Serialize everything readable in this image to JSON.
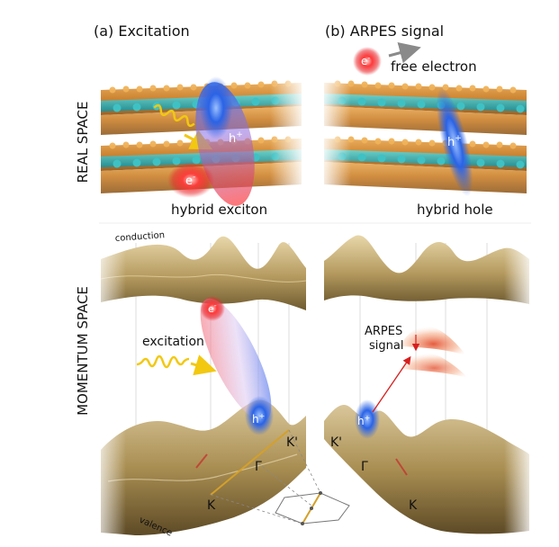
{
  "panels": {
    "a_title": "(a) Excitation",
    "b_title": "(b) ARPES signal"
  },
  "row_labels": {
    "real_space": "REAL SPACE",
    "momentum_space": "MOMENTUM SPACE"
  },
  "real_space": {
    "exciton_label": "hybrid exciton",
    "hole_label": "hybrid hole",
    "free_electron_label": "free electron",
    "electron_symbol": "e",
    "electron_charge": "-",
    "hole_symbol": "h",
    "hole_charge": "+"
  },
  "momentum_space": {
    "conduction_label": "conduction",
    "valence_label": "valence",
    "excitation_label": "excitation",
    "arpes_line1": "ARPES",
    "arpes_line2": "signal",
    "k_point": "K",
    "k_prime_point": "K'",
    "gamma_point": "Γ"
  },
  "colors": {
    "electron": "#e8262b",
    "hole": "#2a63e6",
    "photon": "#f2c811",
    "surface": "#b59a5f",
    "axis_line": "#d4a02a",
    "arrow_gray": "#8a8a8a",
    "arpes_line": "#d61f1f"
  }
}
